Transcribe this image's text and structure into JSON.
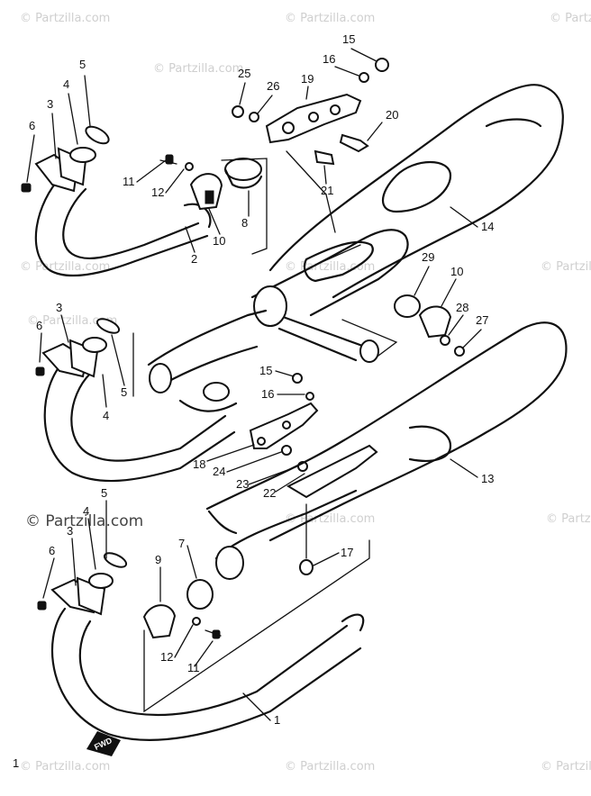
{
  "watermark": {
    "text": "© Partzilla.com",
    "text_short": "© Partzil"
  },
  "fwd_label": "FWD",
  "labels": {
    "p1": "1",
    "p2": "2",
    "p3a": "3",
    "p3b": "3",
    "p3c": "3",
    "p4a": "4",
    "p4b": "4",
    "p4c": "4",
    "p5a": "5",
    "p5b": "5",
    "p5c": "5",
    "p6a": "6",
    "p6b": "6",
    "p6c": "6",
    "p7": "7",
    "p8": "8",
    "p9": "9",
    "p10a": "10",
    "p10b": "10",
    "p11a": "11",
    "p11b": "11",
    "p12a": "12",
    "p12b": "12",
    "p13": "13",
    "p14": "14",
    "p15a": "15",
    "p15b": "15",
    "p16a": "16",
    "p16b": "16",
    "p17": "17",
    "p18": "18",
    "p19": "19",
    "p20": "20",
    "p21": "21",
    "p22": "22",
    "p23": "23",
    "p24": "24",
    "p25": "25",
    "p26": "26",
    "p27": "27",
    "p28": "28",
    "p29": "29"
  },
  "colors": {
    "line": "#111111",
    "watermark": "#cfcfcf",
    "background": "#ffffff"
  }
}
